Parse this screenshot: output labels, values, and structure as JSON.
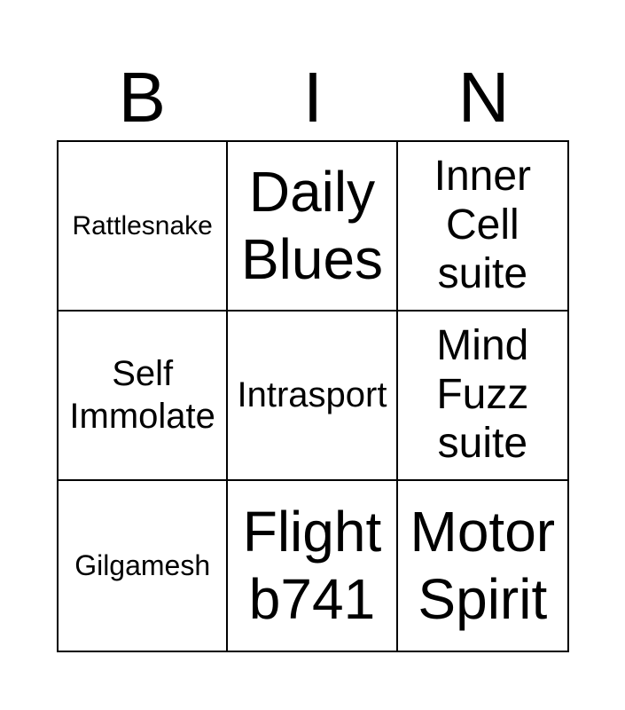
{
  "header": {
    "letters": [
      "B",
      "I",
      "N"
    ]
  },
  "grid": {
    "rows": 3,
    "columns": 3,
    "cells": [
      {
        "label": "Rattlesnake"
      },
      {
        "label": "Daily Blues"
      },
      {
        "label": "Inner Cell suite"
      },
      {
        "label": "Self Immolate"
      },
      {
        "label": "Intrasport"
      },
      {
        "label": "Mind Fuzz suite"
      },
      {
        "label": "Gilgamesh"
      },
      {
        "label": "Flight b741"
      },
      {
        "label": "Motor Spirit"
      }
    ]
  },
  "colors": {
    "background": "#ffffff",
    "text": "#000000",
    "border": "#000000"
  }
}
